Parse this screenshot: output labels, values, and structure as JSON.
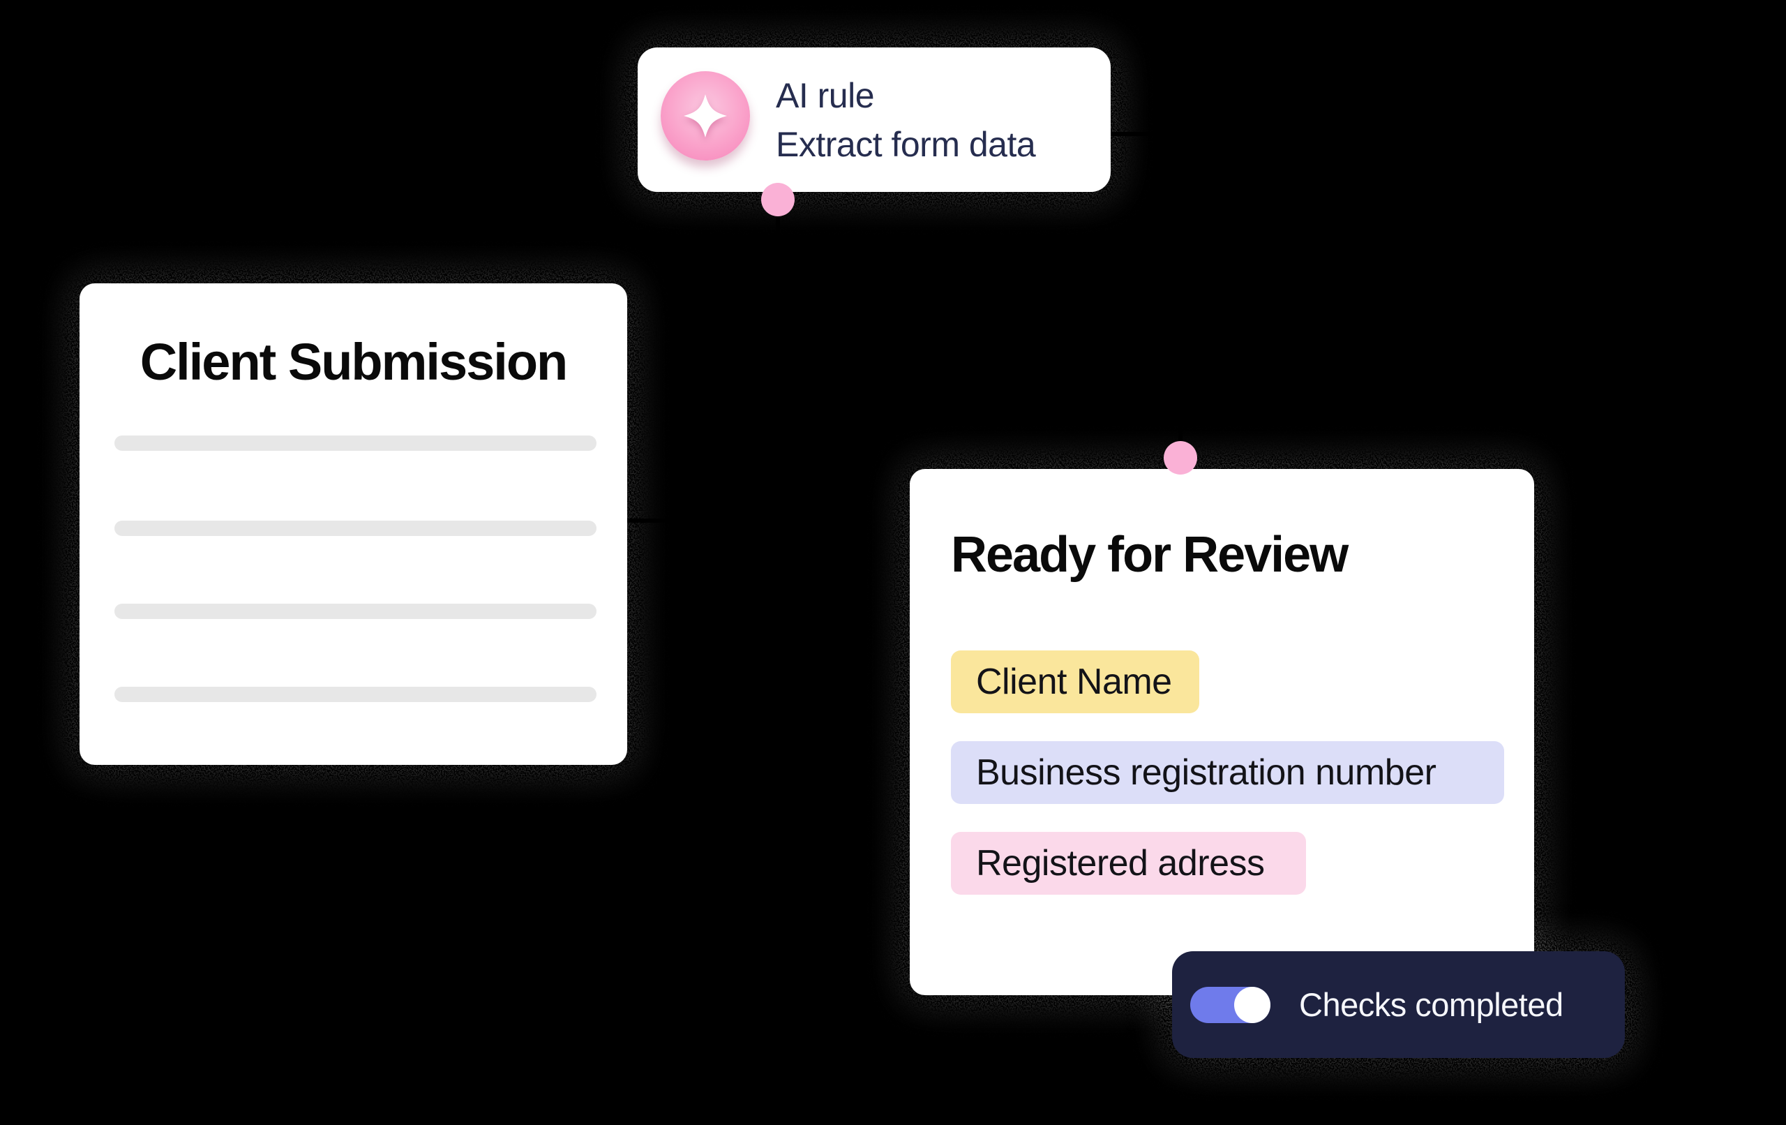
{
  "background": "#000000",
  "connectors": {
    "dot_color": "#FAB1D6",
    "line_color": "#000000",
    "dots": [
      "ai-card-output-port",
      "review-card-input-port"
    ]
  },
  "ai_card": {
    "icon": "sparkle-icon",
    "icon_color_outer": "#F782B8",
    "icon_color_inner": "#FBC9E1",
    "title": "AI rule",
    "subtitle": "Extract form data",
    "text_color": "#262D4F"
  },
  "client_card": {
    "title": "Client Submission",
    "placeholder_line_count": 4,
    "placeholder_line_color": "#E7E7E7"
  },
  "review_card": {
    "title": "Ready for Review",
    "tags": [
      {
        "label": "Client Name",
        "bg": "#FAE69C"
      },
      {
        "label": "Business registration number",
        "bg": "#DCDEF8"
      },
      {
        "label": "Registered adress",
        "bg": "#FBD9EA"
      }
    ]
  },
  "status_pill": {
    "label": "Checks completed",
    "bg": "#1E2240",
    "toggle_on": true,
    "toggle_color": "#6F7BEB",
    "text_color": "#F6F7FB"
  }
}
